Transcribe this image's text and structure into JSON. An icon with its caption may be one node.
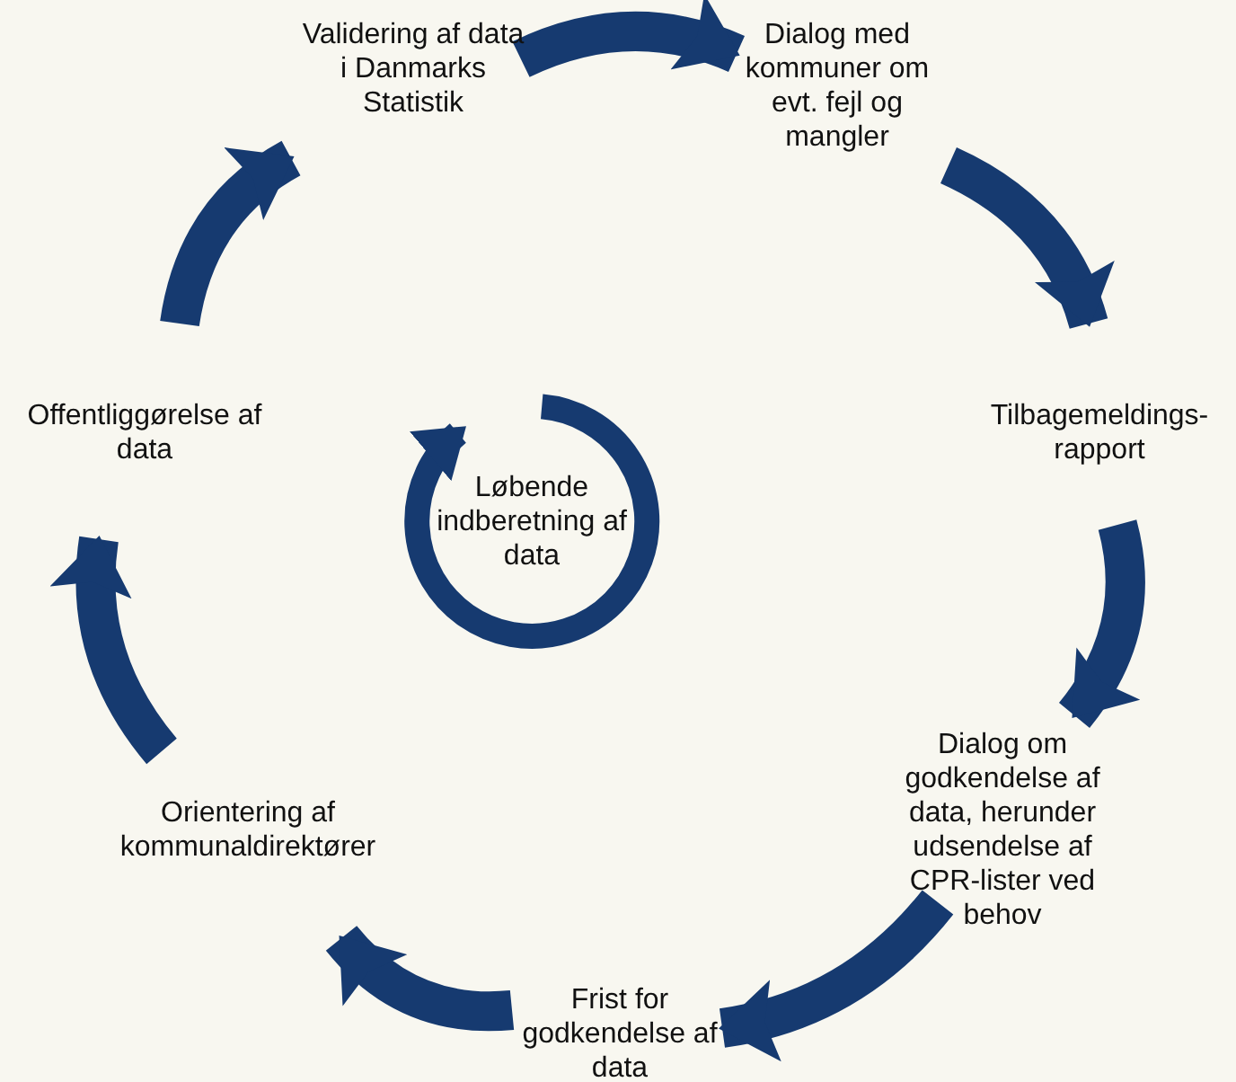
{
  "diagram": {
    "nodes": [
      {
        "text": [
          "Løbende indberetning af data"
        ]
      },
      {
        "text": [
          "Validering af data i Danmarks Statistik"
        ]
      },
      {
        "text": [
          "Dialog med kommuner om evt. fejl og mangler"
        ]
      },
      {
        "text": [
          "Tilbagemeldings-rapport"
        ]
      },
      {
        "text": [
          "Dialog om godkendelse af data, herunder udsendelse af CPR-lister ved behov"
        ]
      },
      {
        "text": [
          "Frist for godkendelse af data"
        ]
      },
      {
        "text": [
          "Orientering af kommunaldirektører"
        ]
      },
      {
        "text": [
          "Offentliggørelse af data"
        ]
      }
    ],
    "edges": [
      {
        "from": 1,
        "to": 2,
        "arrow": "to"
      },
      {
        "from": 2,
        "to": 3,
        "arrow": "to"
      },
      {
        "from": 3,
        "to": 4,
        "arrow": "to"
      },
      {
        "from": 4,
        "to": 5,
        "arrow": "to"
      },
      {
        "from": 5,
        "to": 6,
        "arrow": "to"
      },
      {
        "from": 6,
        "to": 7,
        "arrow": "to"
      },
      {
        "from": 7,
        "to": 1,
        "arrow": "to"
      }
    ]
  }
}
